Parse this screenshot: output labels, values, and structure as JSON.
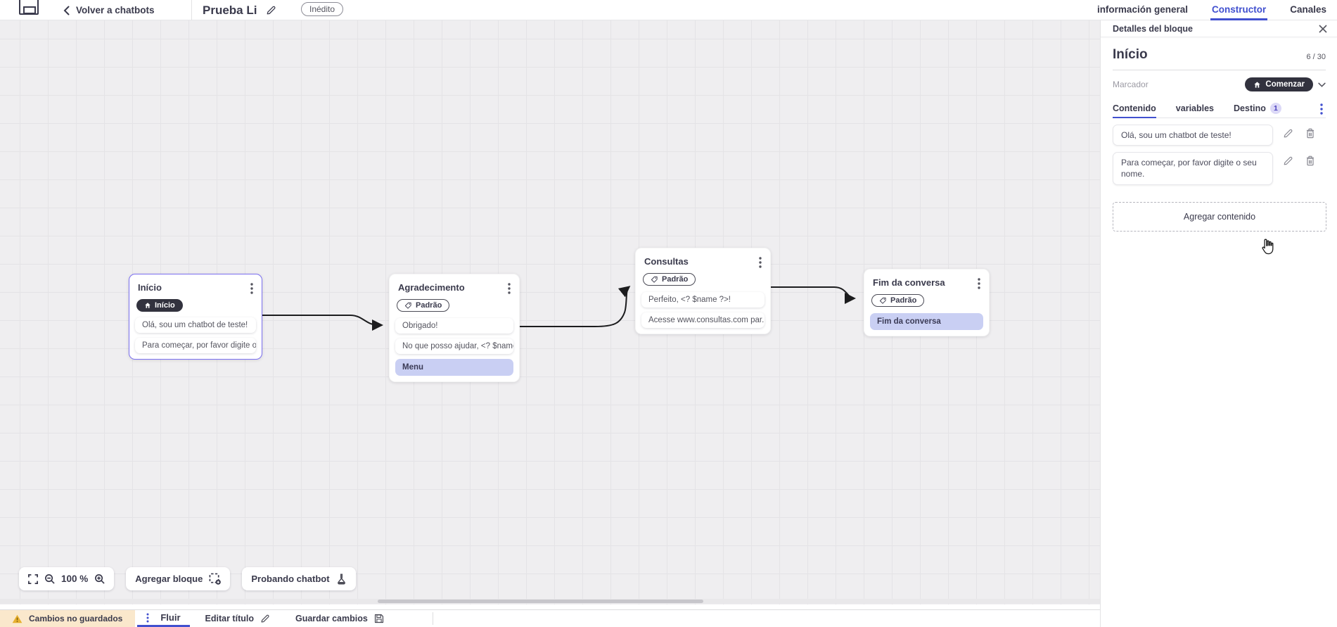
{
  "colors": {
    "accent": "#4150cf",
    "dark-pill": "#32323e",
    "lavender": "#c9cff3",
    "warning-bg": "#fae8cc",
    "canvas-bg": "#efeef0",
    "grid-line": "#e4e3e6",
    "selected-border": "#7b6ff0"
  },
  "topbar": {
    "back_label": "Volver a chatbots",
    "title": "Prueba Li",
    "status_badge": "Inédito",
    "tabs": [
      {
        "label": "información general"
      },
      {
        "label": "Constructor"
      },
      {
        "label": "Canales"
      }
    ]
  },
  "canvas": {
    "blocks": [
      {
        "title": "Início",
        "badge": "Início",
        "items": [
          {
            "text": "Olá, sou um chatbot de teste!"
          },
          {
            "text": "Para começar, por favor digite o ..."
          }
        ]
      },
      {
        "title": "Agradecimento",
        "badge": "Padrão",
        "items": [
          {
            "text": "Obrigado!"
          },
          {
            "text": "No que posso ajudar, <? $name ..."
          },
          {
            "text": "Menu"
          }
        ]
      },
      {
        "title": "Consultas",
        "badge": "Padrão",
        "items": [
          {
            "text": "Perfeito, <? $name ?>!"
          },
          {
            "text": "Acesse www.consultas.com par..."
          }
        ]
      },
      {
        "title": "Fim da conversa",
        "badge": "Padrão",
        "items": [
          {
            "text": "Fim da conversa"
          }
        ]
      }
    ],
    "toolbar": {
      "zoom": "100 %",
      "add_block": "Agregar bloque",
      "test_chatbot": "Probando chatbot"
    }
  },
  "panel": {
    "header": "Detalles del bloque",
    "block_title": "Início",
    "counter": "6 / 30",
    "marker_label": "Marcador",
    "marker_button": "Comenzar",
    "tabs": {
      "contenido": "Contenido",
      "variables": "variables",
      "destino": "Destino",
      "destino_badge": "1"
    },
    "messages": [
      {
        "text": "Olá, sou um chatbot de teste!"
      },
      {
        "text": "Para começar, por favor digite o seu nome."
      }
    ],
    "add_content": "Agregar contenido"
  },
  "footer": {
    "warning": "Cambios no guardados",
    "flow_tab": "Fluir",
    "edit_title": "Editar título",
    "save": "Guardar cambios"
  }
}
